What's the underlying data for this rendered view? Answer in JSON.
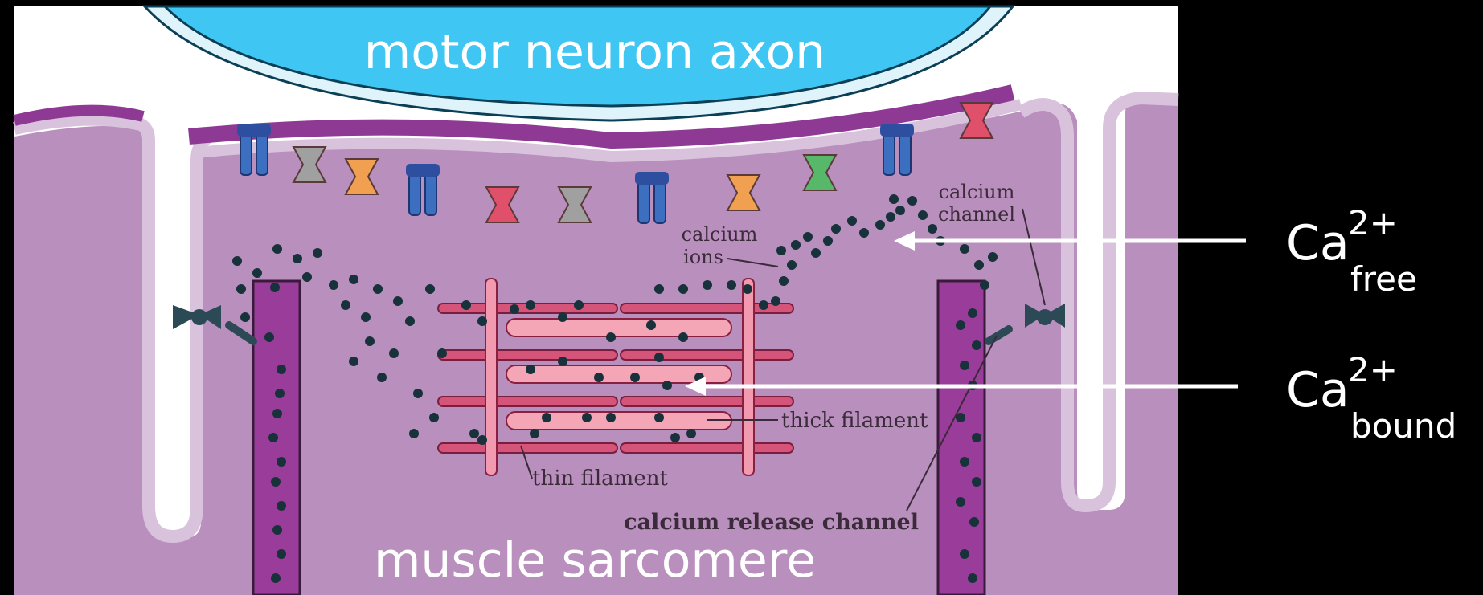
{
  "labels": {
    "axon": "motor neuron axon",
    "sarcomere": "muscle sarcomere",
    "calcium_channel_line1": "calcium",
    "calcium_channel_line2": "channel",
    "calcium_ions_line1": "calcium",
    "calcium_ions_line2": "ions",
    "thick_filament": "thick filament",
    "thin_filament": "thin filament",
    "release_channel": "calcium release channel"
  },
  "side_labels": {
    "free": {
      "base": "Ca",
      "sup": "2+",
      "sub": "free"
    },
    "bound": {
      "base": "Ca",
      "sup": "2+",
      "sub": "bound"
    }
  },
  "colors": {
    "background": "#000000",
    "axon_fill": "#3fc6f2",
    "membrane_dark": "#8e3a95",
    "membrane_light": "#d9c2dc",
    "cytoplasm": "#b98fbd",
    "t_tubule": "#9a3d9a",
    "ion": "#17323a",
    "thin_filament": "#d4547a",
    "thick_filament": "#f4a6b6",
    "z_line": "#f29ab0",
    "channel_dark": "#2c4a56"
  },
  "receptor_colors": [
    "#3d6fc0",
    "#a0a0a0",
    "#58b86a",
    "#f0a050",
    "#e0506a"
  ]
}
